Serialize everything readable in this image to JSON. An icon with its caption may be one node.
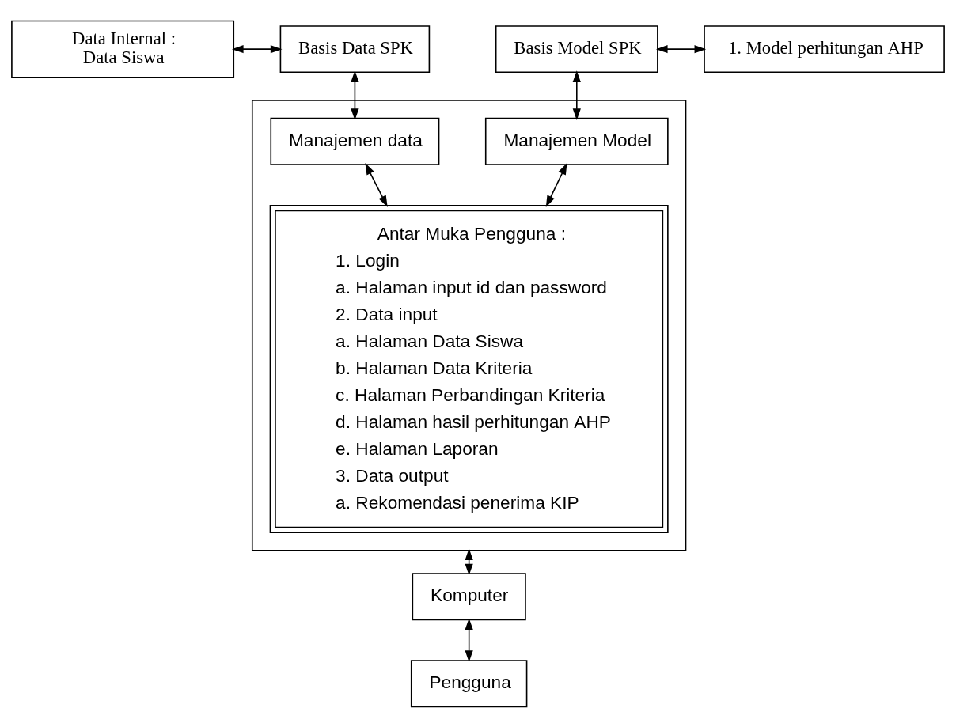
{
  "diagram": {
    "nodes": [
      {
        "text": [
          "Data Internal :",
          "Data Siswa"
        ]
      },
      {
        "text": [
          "Basis Data SPK"
        ]
      },
      {
        "text": [
          "Basis Model SPK"
        ]
      },
      {
        "text": [
          "1. Model perhitungan AHP"
        ]
      },
      {
        "text": [],
        "shape": "box"
      },
      {
        "text": [
          "Manajemen data"
        ],
        "in": 4
      },
      {
        "text": [
          "Manajemen Model"
        ],
        "in": 4
      },
      {
        "text": [
          "Antar Muka Pengguna :",
          "1. Login",
          "a. Halaman input id dan password",
          "2. Data input",
          "a. Halaman Data Siswa",
          "b. Halaman Data Kriteria",
          "c. Halaman Perbandingan Kriteria",
          "d. Halaman hasil perhitungan AHP",
          "e. Halaman Laporan",
          "3. Data output",
          "a. Rekomendasi penerima KIP"
        ],
        "in": 4
      },
      {
        "text": [
          "Komputer"
        ]
      },
      {
        "text": [
          "Pengguna"
        ]
      }
    ],
    "edges": [
      {
        "from": 0,
        "to": 1,
        "arrow": "both"
      },
      {
        "from": 2,
        "to": 3,
        "arrow": "both"
      },
      {
        "from": 1,
        "to": 5,
        "arrow": "both"
      },
      {
        "from": 2,
        "to": 6,
        "arrow": "both"
      },
      {
        "from": 5,
        "to": 7,
        "arrow": "both"
      },
      {
        "from": 6,
        "to": 7,
        "arrow": "both"
      },
      {
        "from": 4,
        "to": 8,
        "arrow": "both"
      },
      {
        "from": 8,
        "to": 9,
        "arrow": "both"
      }
    ]
  }
}
